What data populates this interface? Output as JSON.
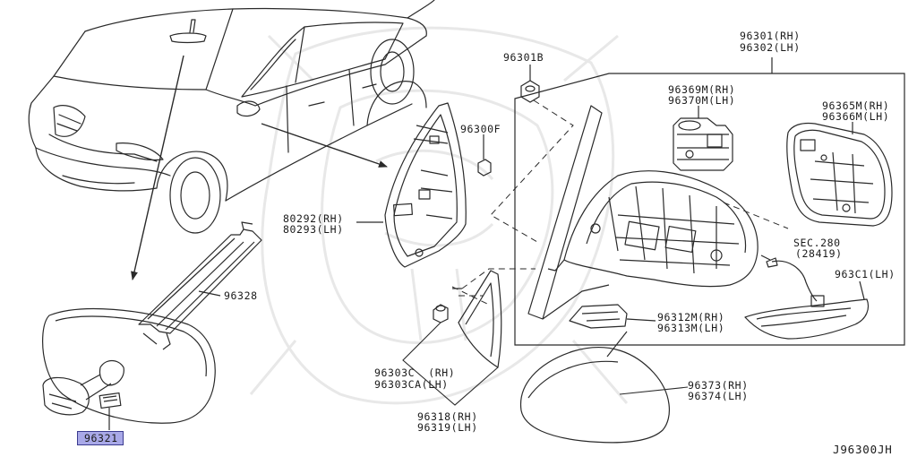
{
  "diagram": {
    "reference_code": "J96300JH",
    "labels": {
      "p96301": "96301(RH)",
      "p96302": "96302(LH)",
      "p96301B": "96301B",
      "p96369M": "96369M(RH)",
      "p96370M": "96370M(LH)",
      "p96365M": "96365M(RH)",
      "p96366M": "96366M(LH)",
      "p96300F": "96300F",
      "p80292": "80292(RH)",
      "p80293": "80293(LH)",
      "sec280": "SEC.280",
      "sec280_sub": "(28419)",
      "p963C1": "963C1(LH)",
      "p96328": "96328",
      "p96312M": "96312M(RH)",
      "p96313M": "96313M(LH)",
      "p96303C": "96303C  (RH)",
      "p96303CA": "96303CA(LH)",
      "p96373": "96373(RH)",
      "p96374": "96374(LH)",
      "p96318": "96318(RH)",
      "p96319": "96319(LH)",
      "p96321": "96321"
    },
    "colors": {
      "line": "#2a2a2a",
      "highlight_fill": "#a9a9e8",
      "highlight_border": "#3b3b8f",
      "watermark": "#e6e6e6"
    }
  }
}
